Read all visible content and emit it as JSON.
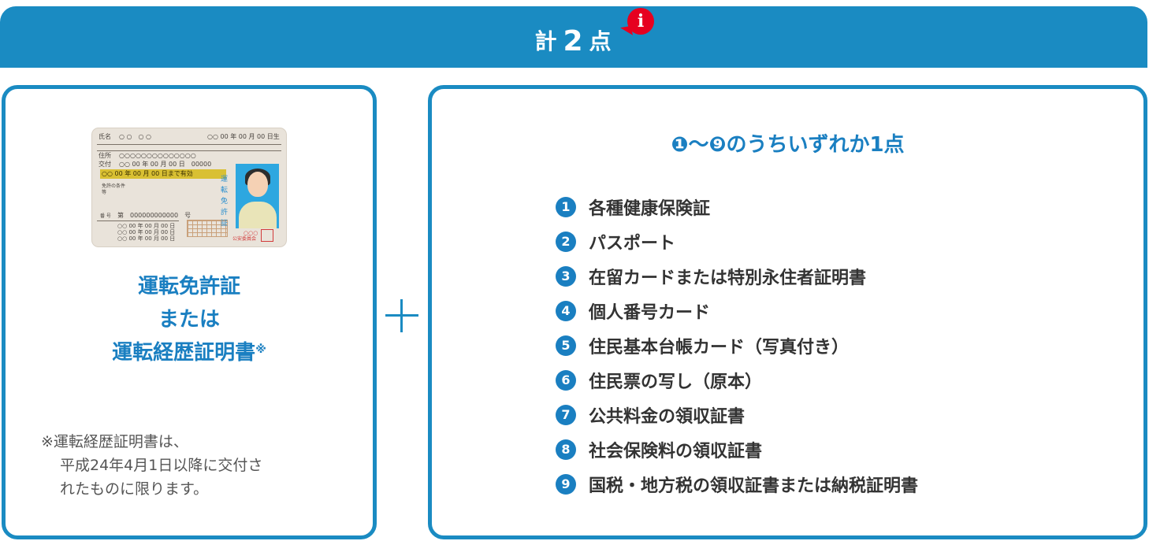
{
  "header": {
    "title_prefix": "計",
    "title_count": "2",
    "title_suffix": "点",
    "info_icon": "i"
  },
  "license_card": {
    "name_label": "氏名",
    "name_value": "○ ○　○ ○",
    "birth_value": "○○ 00 年 00 月 00 日生",
    "address_label": "住所",
    "address_value": "○○○○○○○○○○○○○○",
    "issue_label": "交付",
    "issue_value": "○○ 00 年 00 月 00 日　00000",
    "valid_value": "○○ 00 年 00 月 00 日まで有効",
    "conditions_label": "免許の条件等",
    "number_label": "番 号",
    "number_value": "第　000000000000　号",
    "dates": [
      "○○ 00 年 00 月 00 日",
      "○○ 00 年 00 月 00 日",
      "○○ 00 年 00 月 00 日"
    ],
    "vertical_text": "運転免許証",
    "issuer": "公安委員会",
    "issuer_name": "○○○"
  },
  "left": {
    "title_line1": "運転免許証",
    "title_line2": "または",
    "title_line3": "運転経歴証明書",
    "title_mark": "※",
    "note_line1": "※運転経歴証明書は、",
    "note_line2": "平成24年4月1日以降に交付さ",
    "note_line3": "れたものに限ります。"
  },
  "right": {
    "heading": "❶〜❾のうちいずれか1点",
    "items": [
      {
        "num": "1",
        "text": "各種健康保険証"
      },
      {
        "num": "2",
        "text": "パスポート"
      },
      {
        "num": "3",
        "text": "在留カードまたは特別永住者証明書"
      },
      {
        "num": "4",
        "text": "個人番号カード"
      },
      {
        "num": "5",
        "text": "住民基本台帳カード（写真付き）"
      },
      {
        "num": "6",
        "text": "住民票の写し（原本）"
      },
      {
        "num": "7",
        "text": "公共料金の領収証書"
      },
      {
        "num": "8",
        "text": "社会保険料の領収証書"
      },
      {
        "num": "9",
        "text": "国税・地方税の領収証書または納税証明書"
      }
    ]
  },
  "colors": {
    "primary": "#1a8bc2",
    "accent_text": "#1a7fc1",
    "badge": "#e6001f"
  }
}
